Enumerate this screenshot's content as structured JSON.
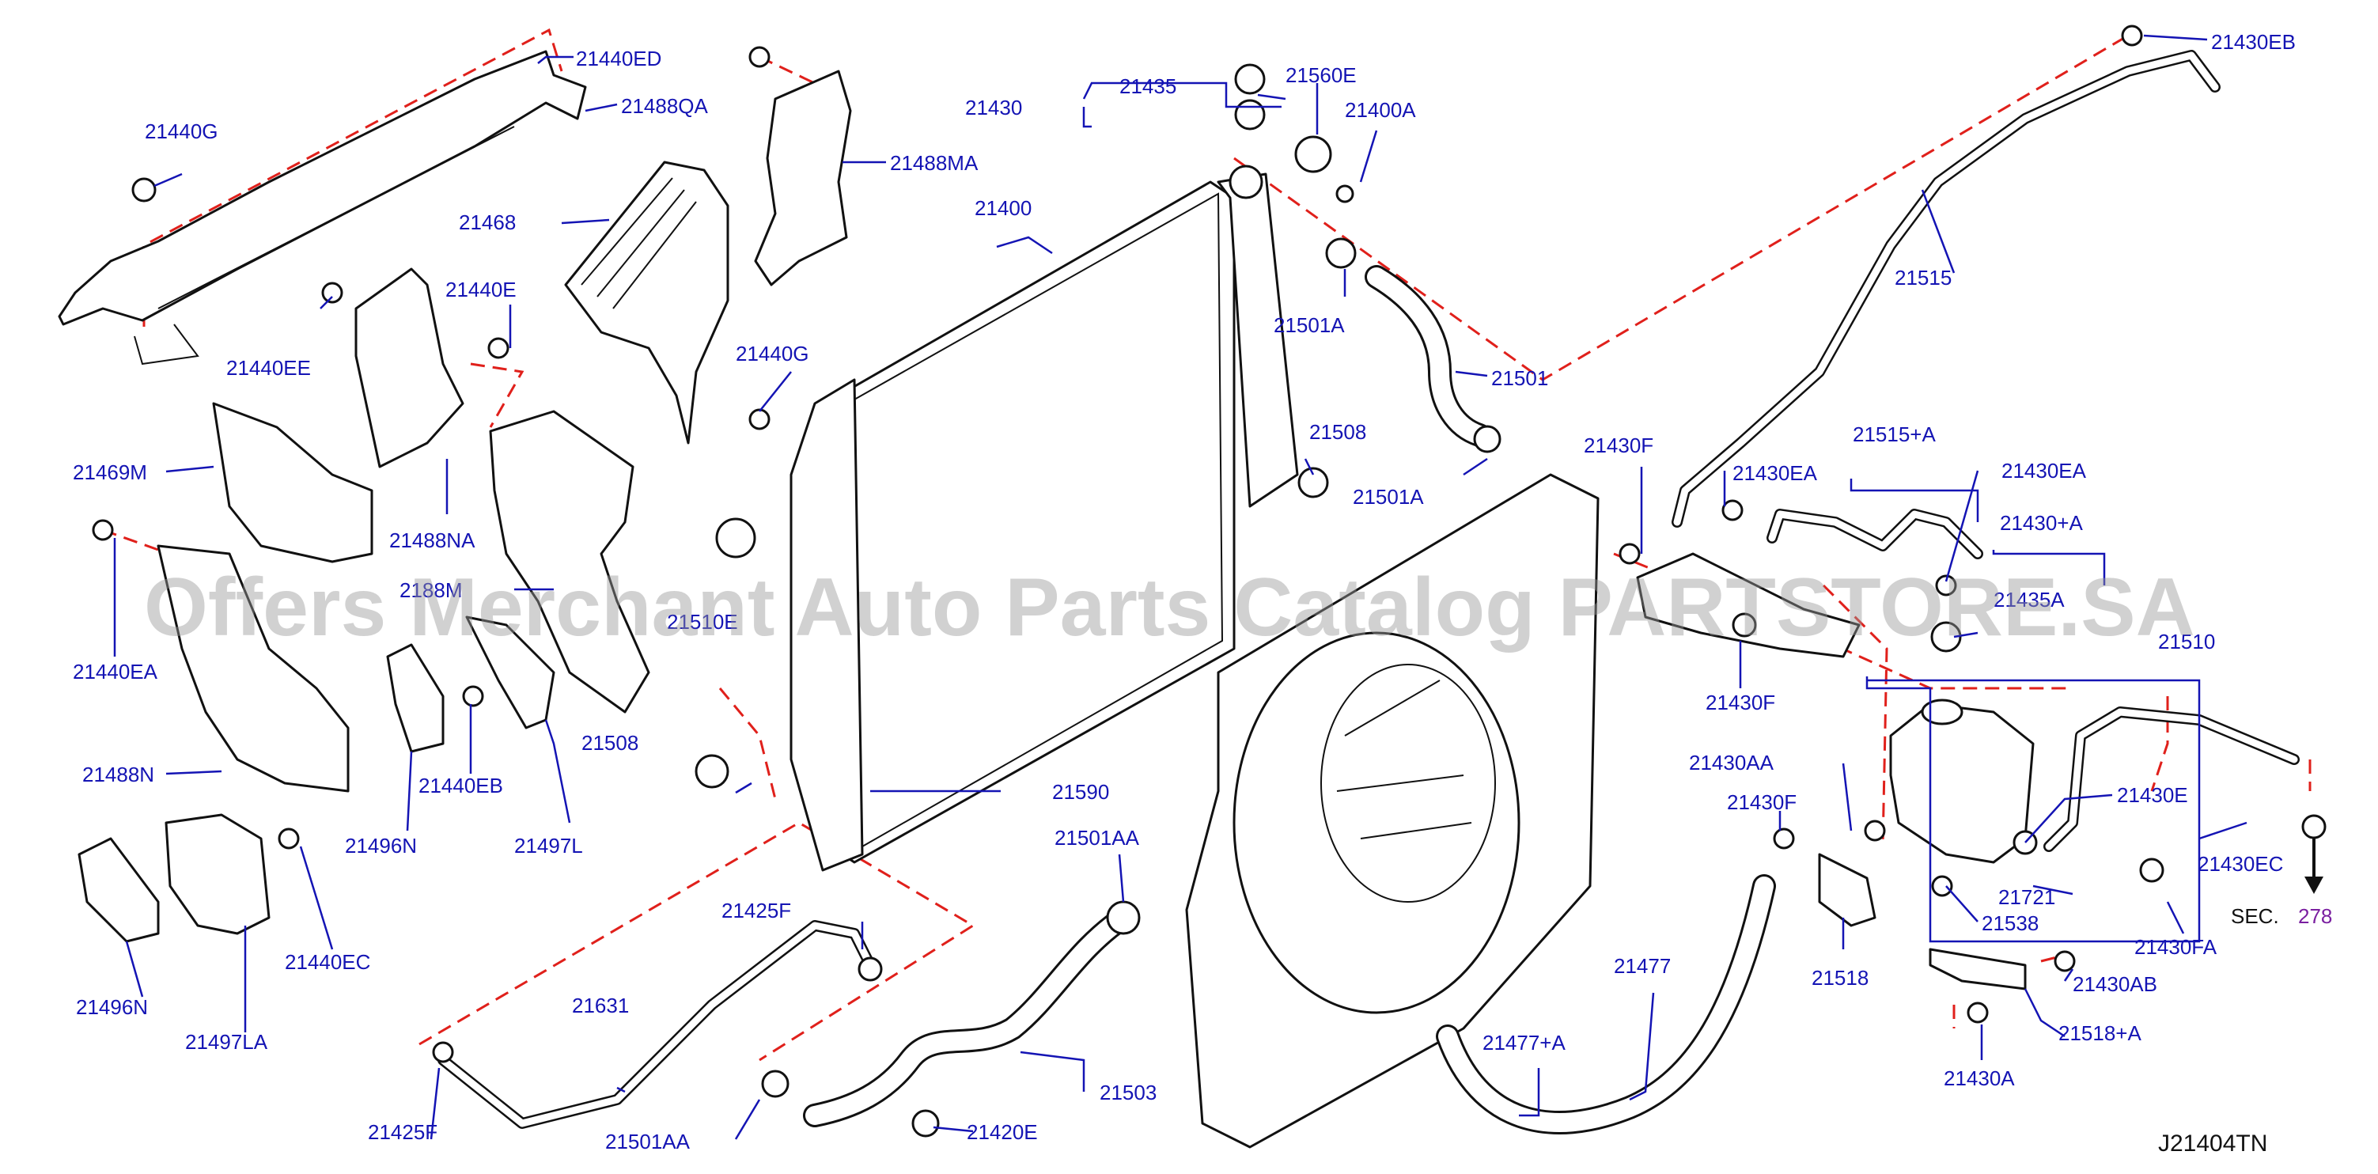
{
  "diagram_code": "J21404TN",
  "watermark": "Offers Merchant Auto Parts Catalog PARTSTORE.SA",
  "section_ref": {
    "label": "SEC.",
    "number": "278"
  },
  "labels": [
    "21440ED",
    "21488QA",
    "21440G",
    "21488MA",
    "21468",
    "21440E",
    "21440EE",
    "21440G",
    "21469M",
    "21440EA",
    "21488N",
    "21496N",
    "21496N",
    "21497LA",
    "21440EC",
    "21488NA",
    "2188M",
    "21440EB",
    "21497L",
    "21510E",
    "21435",
    "21560E",
    "21430",
    "21400A",
    "21400",
    "21501A",
    "21501",
    "21508",
    "21501A",
    "21508",
    "21590",
    "21501AA",
    "21425F",
    "21631",
    "21425F",
    "21501AA",
    "21503",
    "21420E",
    "21477",
    "21477+A",
    "21430EB",
    "21515",
    "21430F",
    "21515+A",
    "21430EA",
    "21430EA",
    "21430+A",
    "21430F",
    "21435A",
    "21510",
    "21430AA",
    "21430F",
    "21430E",
    "21721",
    "21538",
    "21430EC",
    "21430FA",
    "21518",
    "21430AB",
    "21518+A",
    "21430A"
  ],
  "colors": {
    "label": "#1414b4",
    "dashed_leader": "#e0201b",
    "line_art": "#111111",
    "watermark": "#9a9a9a",
    "section_number": "#7a1fa0"
  }
}
